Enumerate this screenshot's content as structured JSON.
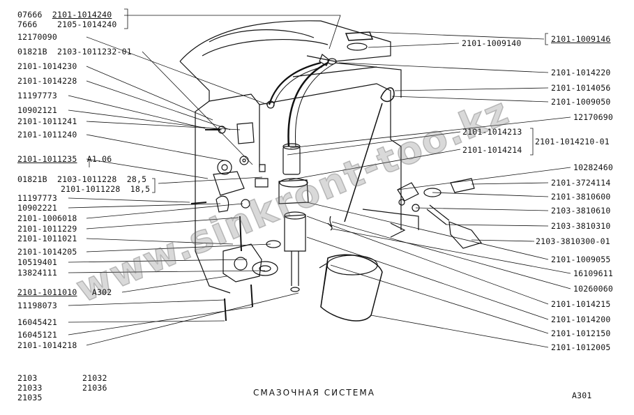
{
  "watermark": "www.sinkront-too.kz",
  "title": "СМАЗОЧНАЯ СИСТЕМА",
  "page_code": "A301",
  "models_col1": [
    "2103",
    "21033",
    "21035"
  ],
  "models_col2": [
    "21032",
    "21036"
  ],
  "left": [
    {
      "prefix": "07666",
      "code": "2101-1014240"
    },
    {
      "prefix": "7666",
      "code": "2105-1014240"
    },
    {
      "code": "12170090"
    },
    {
      "prefix": "01821B",
      "code": "2103-1011232-01"
    },
    {
      "code": "2101-1014230"
    },
    {
      "code": "2101-1014228"
    },
    {
      "code": "11197773"
    },
    {
      "code": "10902121"
    },
    {
      "code": "2101-1011241"
    },
    {
      "code": "2101-1011240"
    },
    {
      "code": "2101-1011235",
      "note": "A1.06"
    },
    {
      "prefix": "01821B",
      "code": "2103-1011228",
      "size": "28,5"
    },
    {
      "code": "2101-1011228",
      "size": "18,5"
    },
    {
      "code": "11197773"
    },
    {
      "code": "10902221"
    },
    {
      "code": "2101-1006018"
    },
    {
      "code": "2101-1011229"
    },
    {
      "code": "2101-1011021"
    },
    {
      "code": "2101-1014205"
    },
    {
      "code": "10519401"
    },
    {
      "code": "13824111"
    },
    {
      "code": "2101-1011010",
      "note": "A302"
    },
    {
      "code": "11198073"
    },
    {
      "code": "16045421"
    },
    {
      "code": "16045121"
    },
    {
      "code": "2101-1014218"
    }
  ],
  "right": [
    {
      "code": "2101-1009146"
    },
    {
      "code": "2101-1009140"
    },
    {
      "code": "2101-1014220"
    },
    {
      "code": "2101-1014056"
    },
    {
      "code": "2101-1009050"
    },
    {
      "code": "12170690"
    },
    {
      "code": "2101-1014213"
    },
    {
      "code": "2101-1014210-01"
    },
    {
      "code": "2101-1014214"
    },
    {
      "code": "10282460"
    },
    {
      "code": "2101-3724114"
    },
    {
      "code": "2101-3810600"
    },
    {
      "code": "2103-3810610"
    },
    {
      "code": "2103-3810310"
    },
    {
      "code": "2103-3810300-01"
    },
    {
      "code": "2101-1009055"
    },
    {
      "code": "16109611"
    },
    {
      "code": "10260060"
    },
    {
      "code": "2101-1014215"
    },
    {
      "code": "2101-1014200"
    },
    {
      "code": "2101-1012150"
    },
    {
      "code": "2101-1012005"
    }
  ]
}
